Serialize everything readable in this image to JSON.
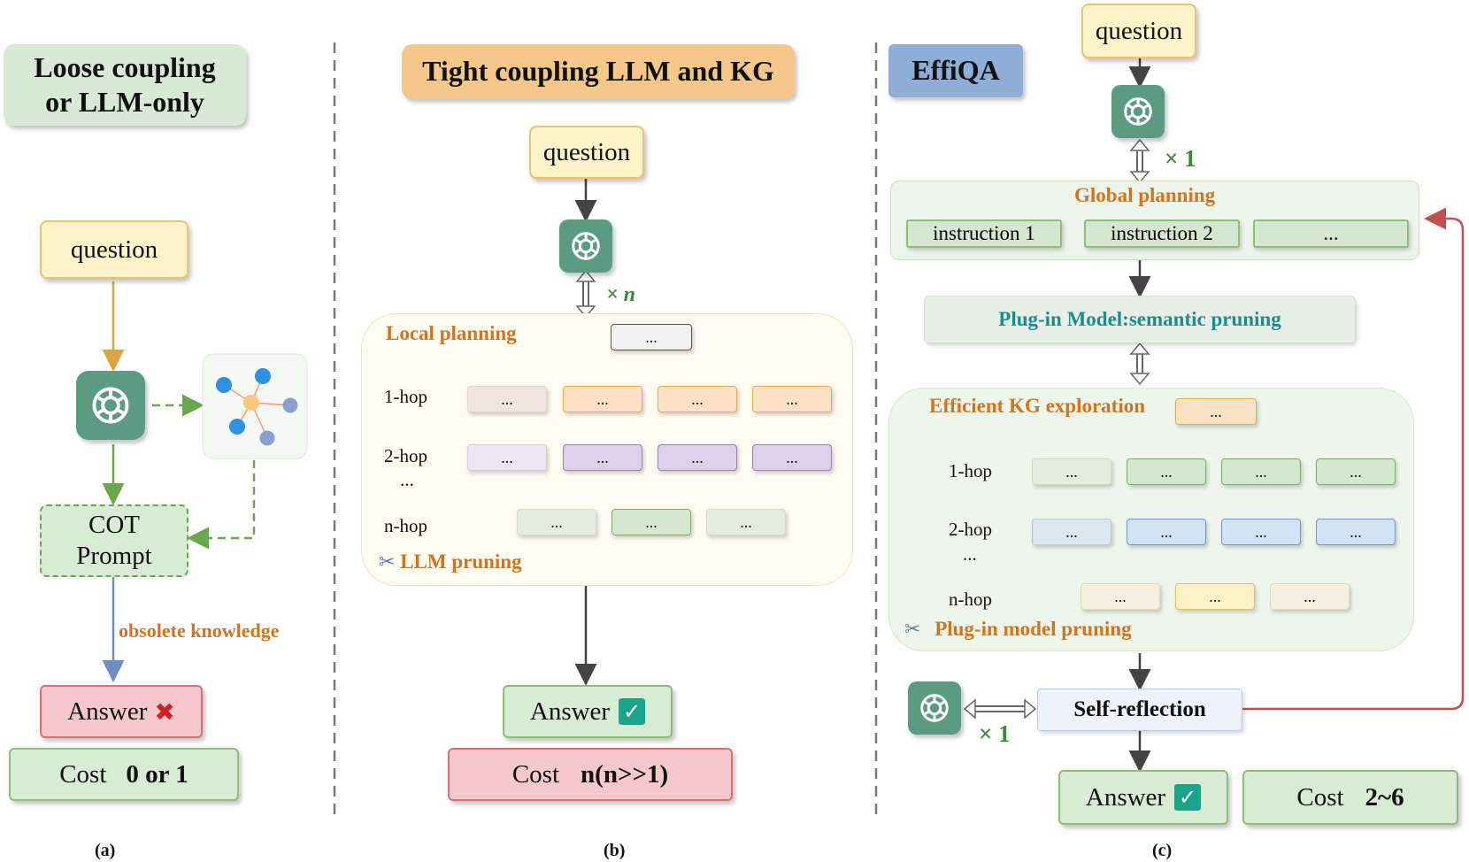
{
  "panel_a": {
    "title": "Loose coupling or LLM-only",
    "question": "question",
    "cot_prompt": "COT Prompt",
    "obsolete_label": "obsolete knowledge",
    "answer": "Answer",
    "answer_mark": "✖",
    "cost_label": "Cost",
    "cost_value": "0 or 1",
    "caption": "(a)"
  },
  "panel_b": {
    "title": "Tight coupling LLM and KG",
    "question": "question",
    "times": "× n",
    "local_planning": "Local planning",
    "plan_node": "...",
    "hops": [
      "1-hop",
      "2-hop",
      "...",
      "n-hop"
    ],
    "node_text": "...",
    "pruning_label": "LLM pruning",
    "answer": "Answer",
    "answer_mark": "✓",
    "cost_label": "Cost",
    "cost_value": "n(n>>1)",
    "caption": "(b)"
  },
  "panel_c": {
    "title": "EffiQA",
    "question": "question",
    "times_top": "× 1",
    "global_planning": "Global planning",
    "instructions": [
      "instruction 1",
      "instruction 2",
      "..."
    ],
    "plugin_model": "Plug-in Model:semantic pruning",
    "kg_exploration": "Efficient KG exploration",
    "plan_node": "...",
    "hops": [
      "1-hop",
      "2-hop",
      "...",
      "n-hop"
    ],
    "node_text": "...",
    "pruning_label": "Plug-in model pruning",
    "self_reflection": "Self-reflection",
    "times_bottom": "× 1",
    "answer": "Answer",
    "answer_mark": "✓",
    "cost_label": "Cost",
    "cost_value": "2~6",
    "caption": "(c)"
  },
  "colors": {
    "title_a": "#d8ead6",
    "title_b": "#f5c88a",
    "title_c": "#8eaed8",
    "accent_orange": "#d2741d",
    "gpt_green": "#5b9b84",
    "answer_red": "#f5c9cb",
    "answer_green": "#d8ecd5",
    "feedback_red": "#c0504d"
  }
}
